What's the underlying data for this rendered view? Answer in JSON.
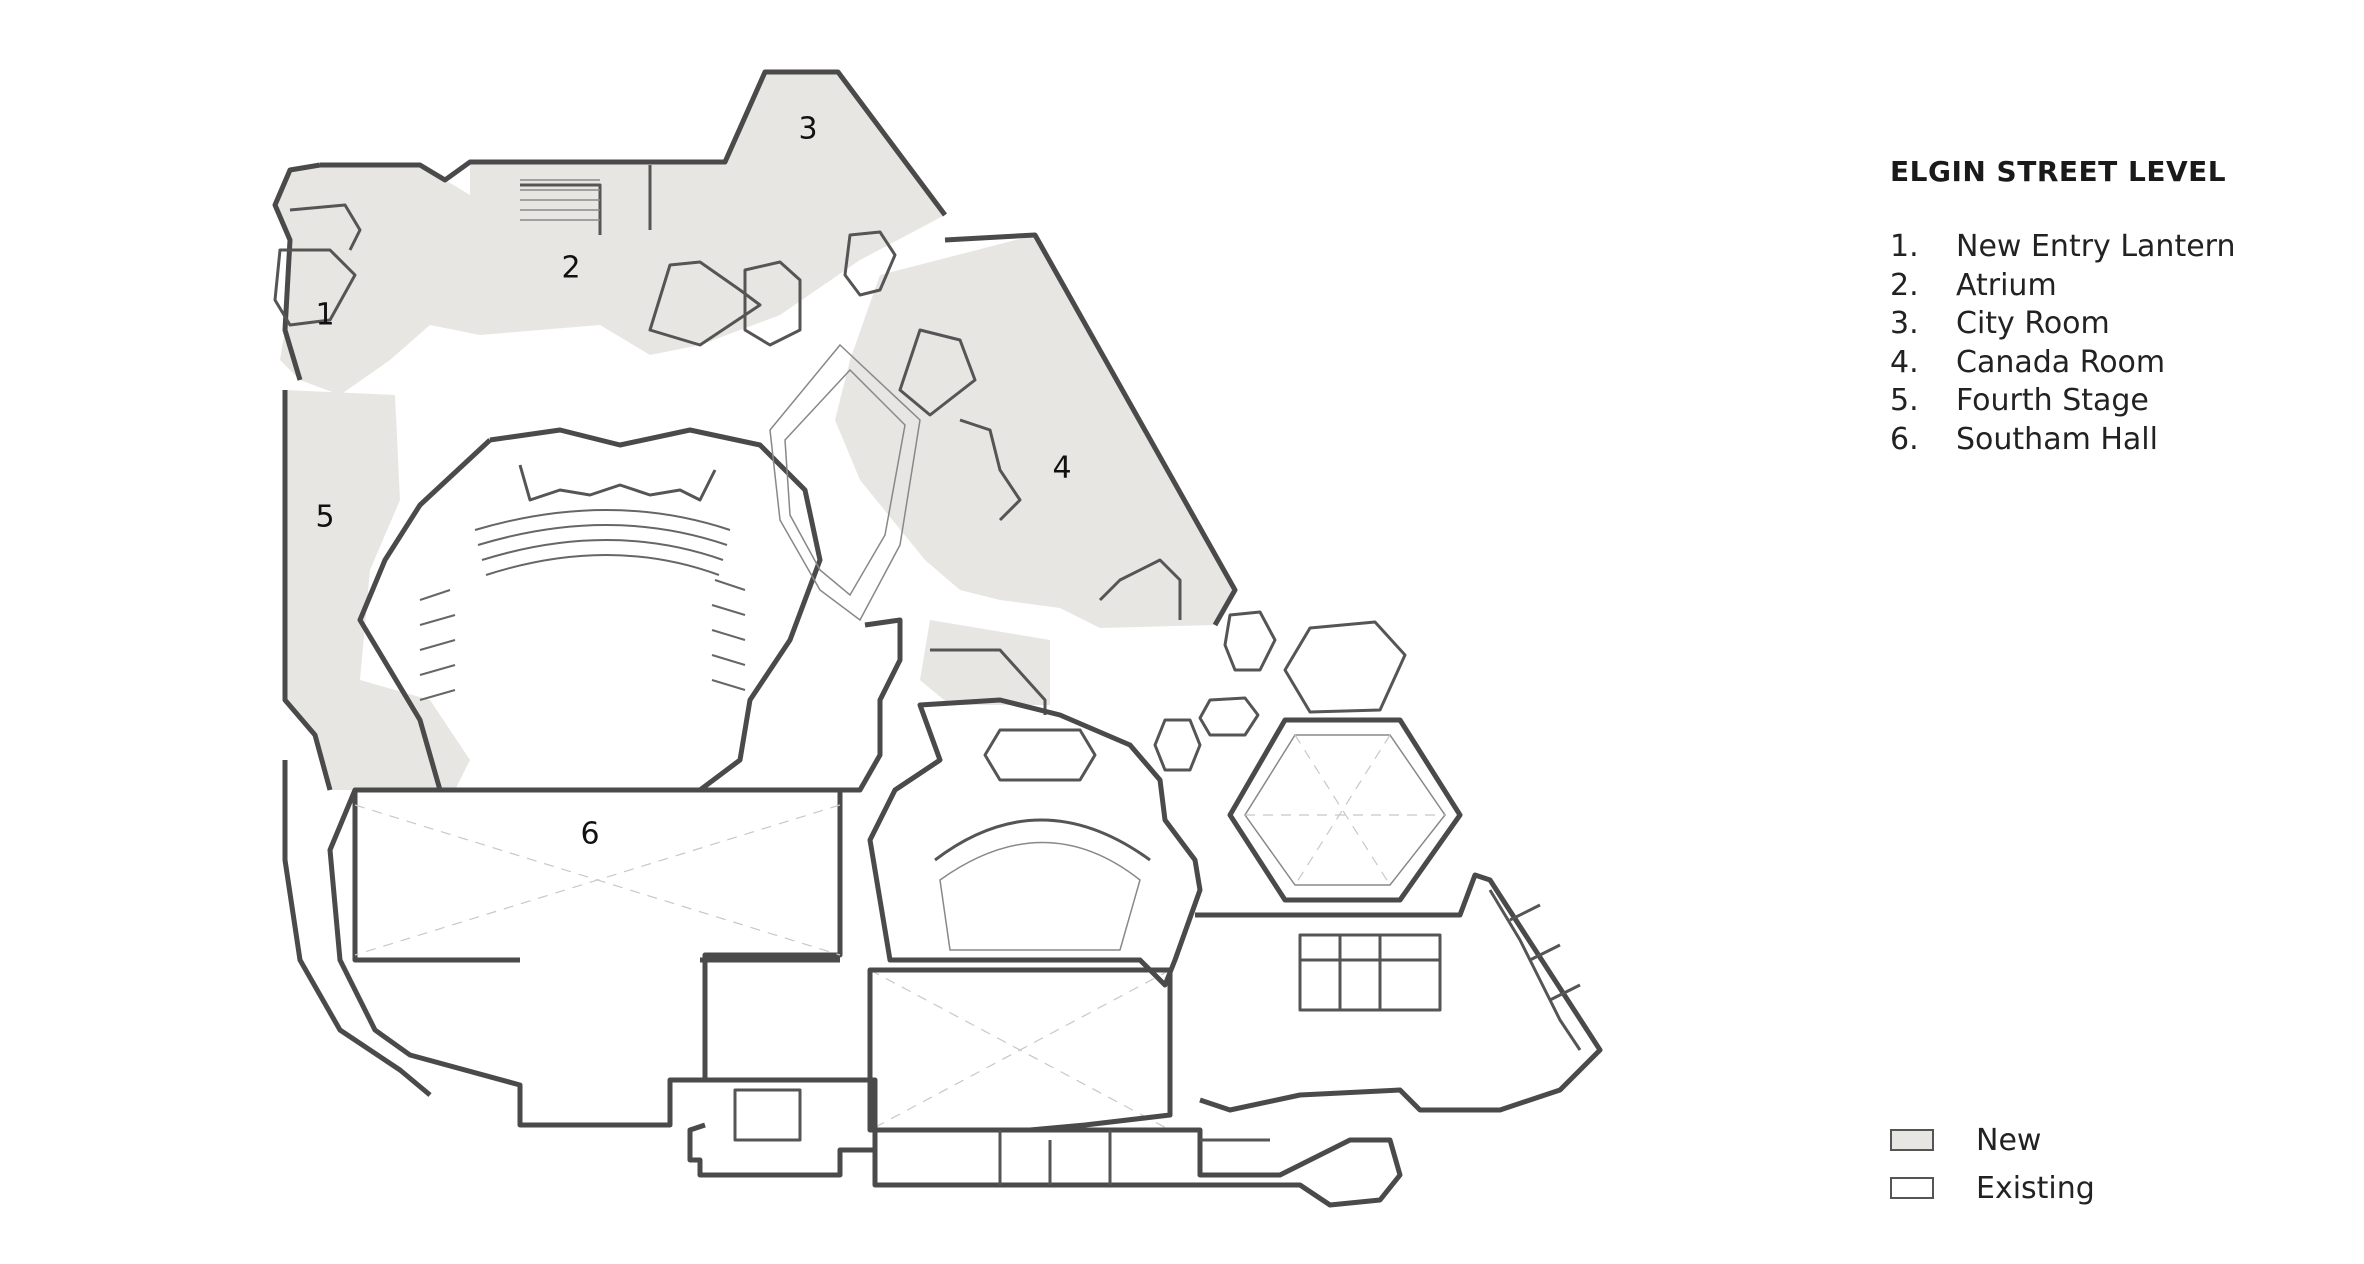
{
  "legend": {
    "title": "ELGIN STREET LEVEL",
    "rooms": [
      {
        "num": "1.",
        "name": "New Entry Lantern"
      },
      {
        "num": "2.",
        "name": "Atrium"
      },
      {
        "num": "3.",
        "name": "City Room"
      },
      {
        "num": "4.",
        "name": "Canada Room"
      },
      {
        "num": "5.",
        "name": "Fourth Stage"
      },
      {
        "num": "6.",
        "name": "Southam Hall"
      }
    ]
  },
  "key": {
    "items": [
      {
        "label": "New",
        "color": "#e8e6e2"
      },
      {
        "label": "Existing",
        "color": "#ffffff"
      }
    ]
  },
  "plan_labels": [
    "1",
    "2",
    "3",
    "4",
    "5",
    "6"
  ]
}
